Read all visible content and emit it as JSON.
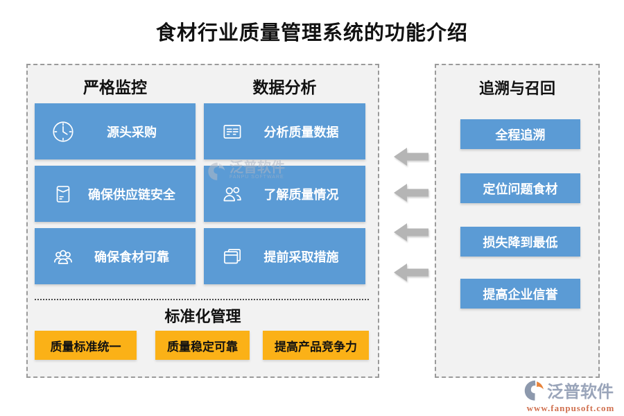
{
  "title": "食材行业质量管理系统的功能介绍",
  "left_panel": {
    "columns": [
      {
        "header": "严格监控",
        "items": [
          {
            "icon": "clock-icon",
            "label": "源头采购"
          },
          {
            "icon": "package-icon",
            "label": "确保供应链安全"
          },
          {
            "icon": "people-group-icon",
            "label": "确保食材可靠"
          }
        ]
      },
      {
        "header": "数据分析",
        "items": [
          {
            "icon": "report-icon",
            "label": "分析质量数据"
          },
          {
            "icon": "two-users-icon",
            "label": "了解质量情况"
          },
          {
            "icon": "stacked-windows-icon",
            "label": "提前采取措施"
          }
        ]
      }
    ],
    "standardization": {
      "header": "标准化管理",
      "items": [
        {
          "label": "质量标准统一"
        },
        {
          "label": "质量稳定可靠"
        },
        {
          "label": "提高产品竞争力"
        }
      ]
    }
  },
  "right_panel": {
    "header": "追溯与召回",
    "items": [
      {
        "label": "全程追溯"
      },
      {
        "label": "定位问题食材"
      },
      {
        "label": "损失降到最低"
      },
      {
        "label": "提高企业信誉"
      }
    ]
  },
  "arrows": {
    "count": 4,
    "direction": "left"
  },
  "watermark": {
    "name": "泛普软件",
    "subtitle": "FANPU SOFTWARE"
  },
  "footer": {
    "brand": "泛普软件",
    "url": "www.fanpusoft.com"
  },
  "colors": {
    "primary_blue": "#5B9BD5",
    "accent_orange": "#FBB117",
    "arrow_gray": "#B5B5B5",
    "panel_bg": "#F2F2F2",
    "title_text": "#111111",
    "brand_gray_blue": "#9AA5BA",
    "brand_url_orange": "#D0704F"
  }
}
